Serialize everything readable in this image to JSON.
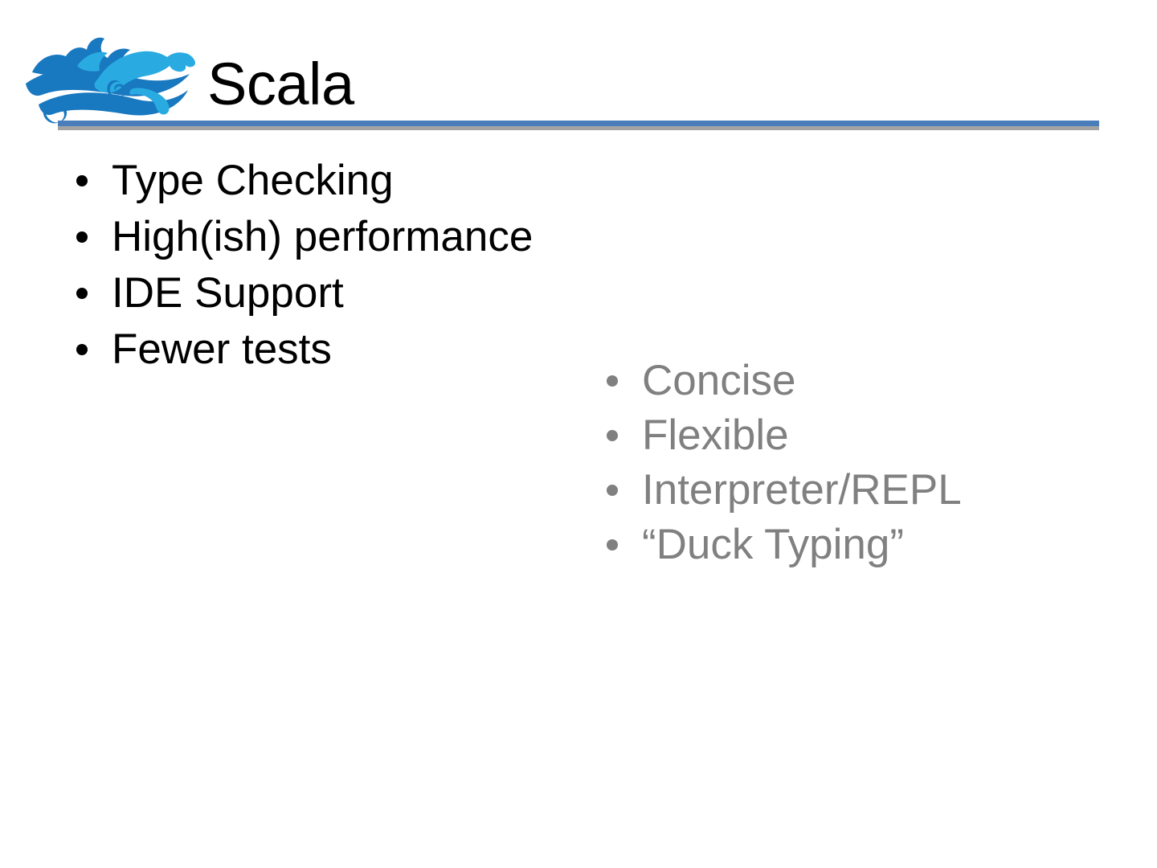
{
  "slide": {
    "title": "Scala",
    "logo_name": "scala-days-dog-wave-logo",
    "colors": {
      "rule_blue": "#4a7ebb",
      "rule_shadow_gray": "#a3a3a3",
      "logo_dark_blue": "#1878c0",
      "logo_light_blue": "#29abe2",
      "primary_text": "#000000",
      "secondary_text": "#808080",
      "background": "#ffffff"
    }
  },
  "primary_list": {
    "items": [
      {
        "label": "Type Checking"
      },
      {
        "label": "High(ish) performance"
      },
      {
        "label": "IDE Support"
      },
      {
        "label": "Fewer tests"
      }
    ]
  },
  "secondary_list": {
    "items": [
      {
        "label": "Concise"
      },
      {
        "label": "Flexible"
      },
      {
        "label": "Interpreter/REPL"
      },
      {
        "label": "“Duck Typing”"
      }
    ]
  }
}
